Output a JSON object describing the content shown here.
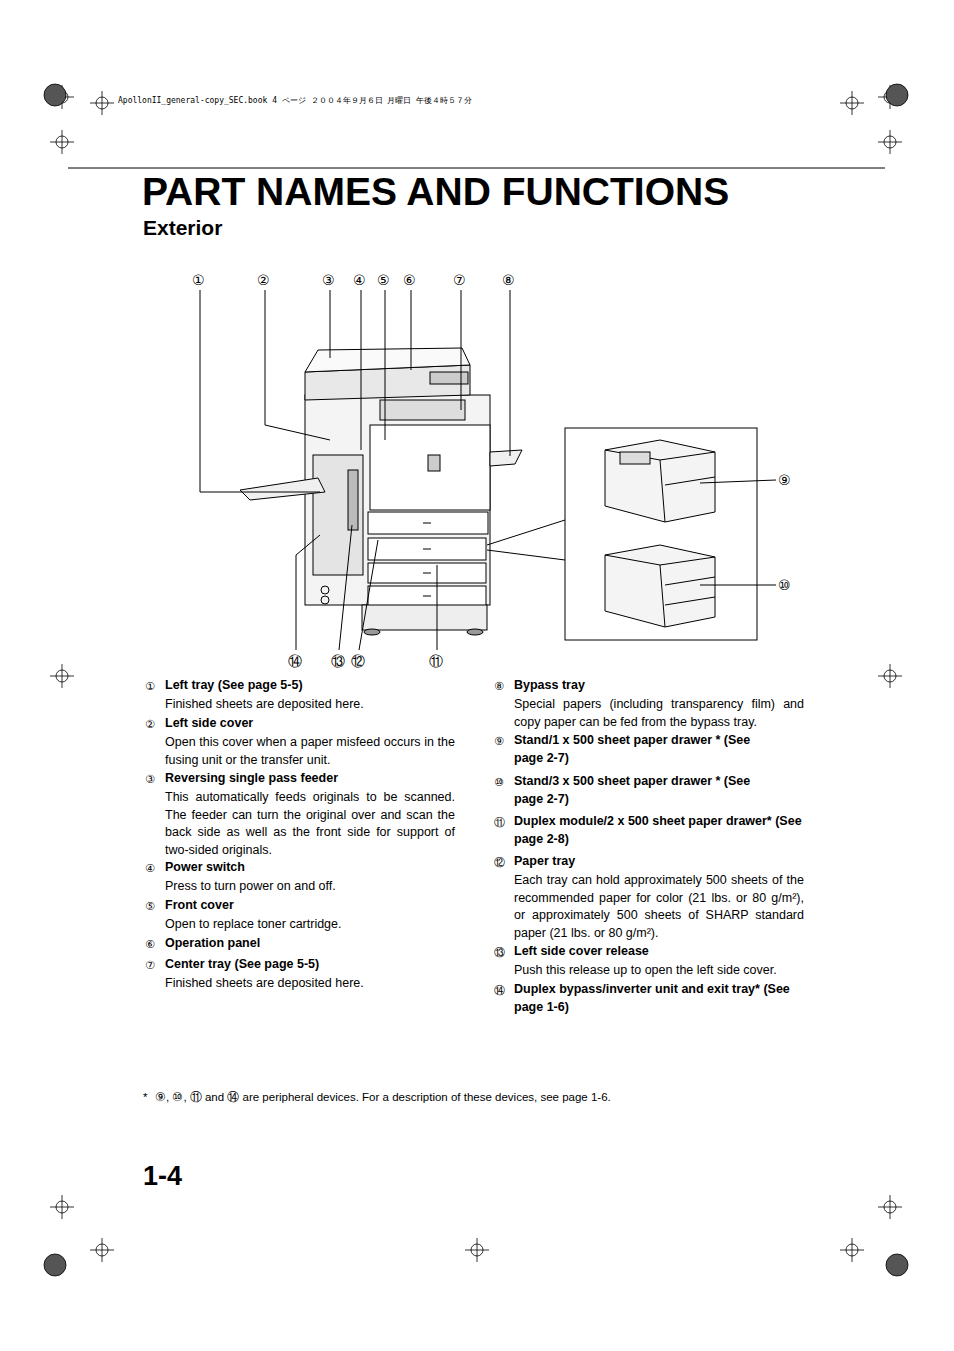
{
  "diagram": {
    "title": "PART NAMES AND FUNCTIONS",
    "labels": [
      "ApollonII_general-copy_SEC.book  4 ページ  ２００４年９月６日  月曜日  午後４時５７分",
      "Exterior",
      "①",
      "②",
      "③",
      "④",
      "⑤",
      "⑥",
      "⑦",
      "⑧",
      "⑨",
      "⑩",
      "⑪",
      "⑫",
      "⑬",
      "⑭",
      "①",
      "Left tray (See page 5-5)",
      "Finished sheets are deposited here.",
      "②",
      "Left side cover",
      "Open this cover when a paper misfeed occurs in the fusing unit or the transfer unit.",
      "③",
      "Reversing single pass feeder",
      "This automatically feeds originals to be scanned. The feeder can turn the original over and scan the back side as well as the front side for support of two-sided originals.",
      "④",
      "Power switch",
      "Press to turn power on and off.",
      "⑤",
      "Front cover",
      "Open to replace toner cartridge.",
      "⑥",
      "Operation panel",
      "⑦",
      "Center tray (See page 5-5)",
      "Finished sheets are deposited here.",
      "⑧",
      "Bypass tray",
      "Special papers (including transparency film) and copy paper can be fed from the bypass tray.",
      "⑨",
      "Stand/1 x 500 sheet paper drawer * (See page 2-7)",
      "⑩",
      "Stand/3 x 500 sheet paper drawer * (See page 2-7)",
      "⑪",
      "Duplex module/2 x 500 sheet paper drawer* (See page 2-8)",
      "⑫",
      "Paper tray",
      "Each tray can hold approximately 500 sheets of the recommended paper for color (21 lbs. or 80 g/m²), or approximately 500 sheets of SHARP standard paper (21 lbs. or 80 g/m²).",
      "⑬",
      "Left side cover release",
      "Push this release up to open the left side cover.",
      "⑭",
      "Duplex bypass/inverter unit and exit tray* (See page 1-6)",
      "*",
      "⑨, ⑩, ⑪ and ⑭ are peripheral devices. For a description of these devices, see page 1-6.",
      "1-4"
    ]
  }
}
